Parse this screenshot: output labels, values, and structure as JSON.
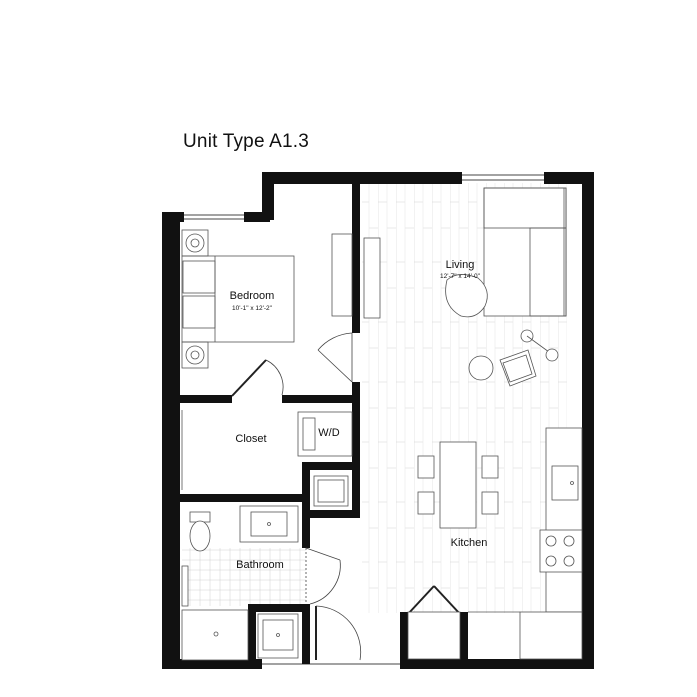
{
  "plan": {
    "title": "Unit Type A1.3",
    "rooms": {
      "bedroom": {
        "name": "Bedroom",
        "dimensions": "10'-1\" x 12'-2\""
      },
      "living": {
        "name": "Living",
        "dimensions": "12'-7\" x 14'-0\""
      },
      "closet": {
        "name": "Closet"
      },
      "wd": {
        "name": "W/D"
      },
      "bathroom": {
        "name": "Bathroom"
      },
      "kitchen": {
        "name": "Kitchen"
      }
    }
  },
  "colors": {
    "wall": "#111111",
    "line": "#555555",
    "floor_plank": "#d9d9d9",
    "tile": "#d0d0d0"
  }
}
